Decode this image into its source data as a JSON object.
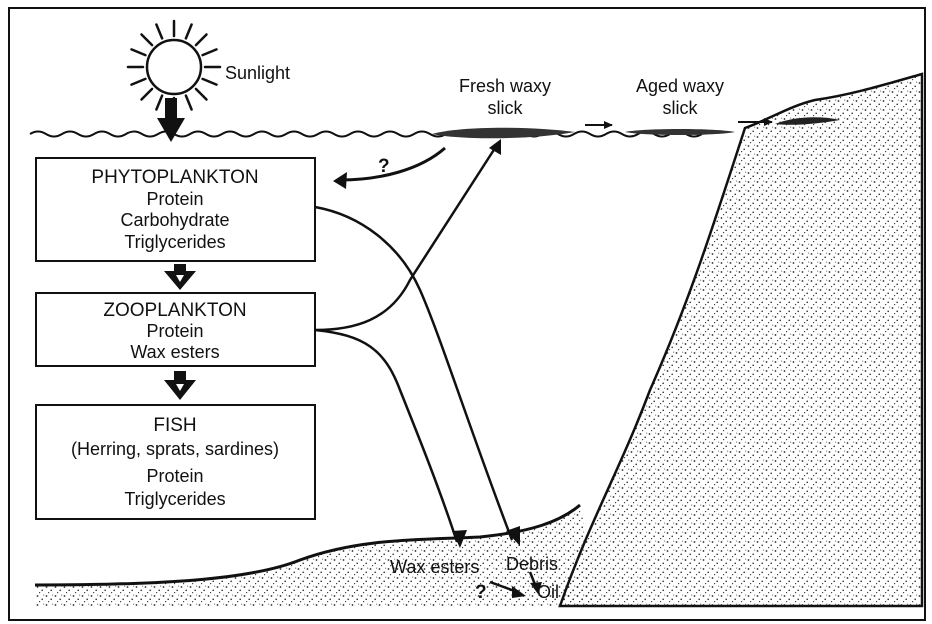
{
  "labels": {
    "sunlight": "Sunlight",
    "fresh_slick_line1": "Fresh waxy",
    "fresh_slick_line2": "slick",
    "aged_slick_line1": "Aged waxy",
    "aged_slick_line2": "slick",
    "question_mark": "?",
    "wax_esters": "Wax esters",
    "debris": "Debris",
    "oil": "Oil"
  },
  "boxes": {
    "phytoplankton": {
      "title": "PHYTOPLANKTON",
      "lines": [
        "Protein",
        "Carbohydrate",
        "Triglycerides"
      ]
    },
    "zooplankton": {
      "title": "ZOOPLANKTON",
      "lines": [
        "Protein",
        "Wax esters"
      ]
    },
    "fish": {
      "title": "FISH",
      "subtitle": "(Herring, sprats, sardines)",
      "lines": [
        "Protein",
        "Triglycerides"
      ]
    }
  },
  "colors": {
    "ink": "#111111",
    "sediment_dots": "#2a2a2a",
    "background": "#ffffff"
  }
}
